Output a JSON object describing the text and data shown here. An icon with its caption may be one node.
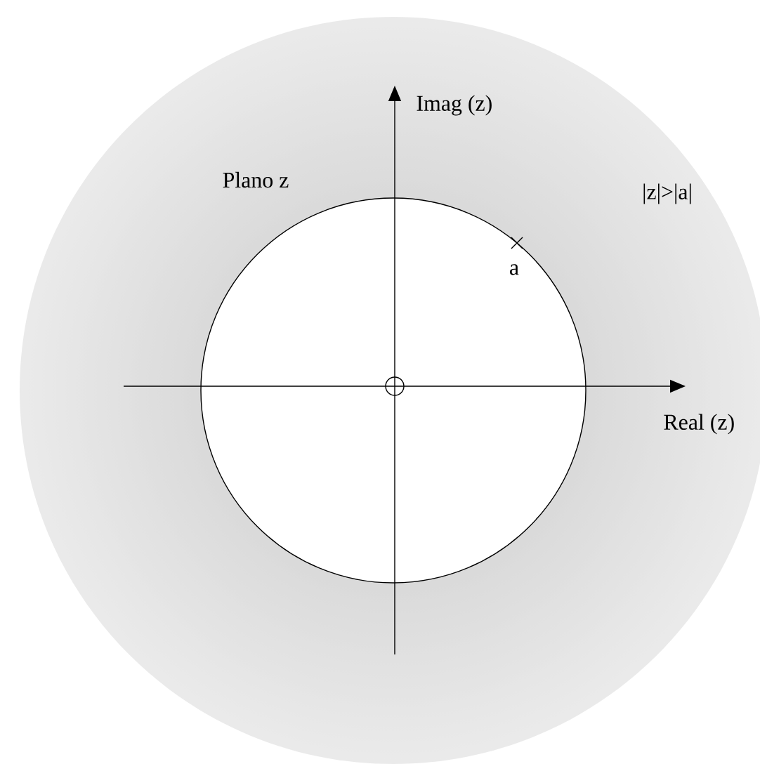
{
  "diagram": {
    "labels": [
      "Imag (z)",
      "Plano z",
      "a",
      "|z|>|a|",
      "Real (z)"
    ]
  }
}
